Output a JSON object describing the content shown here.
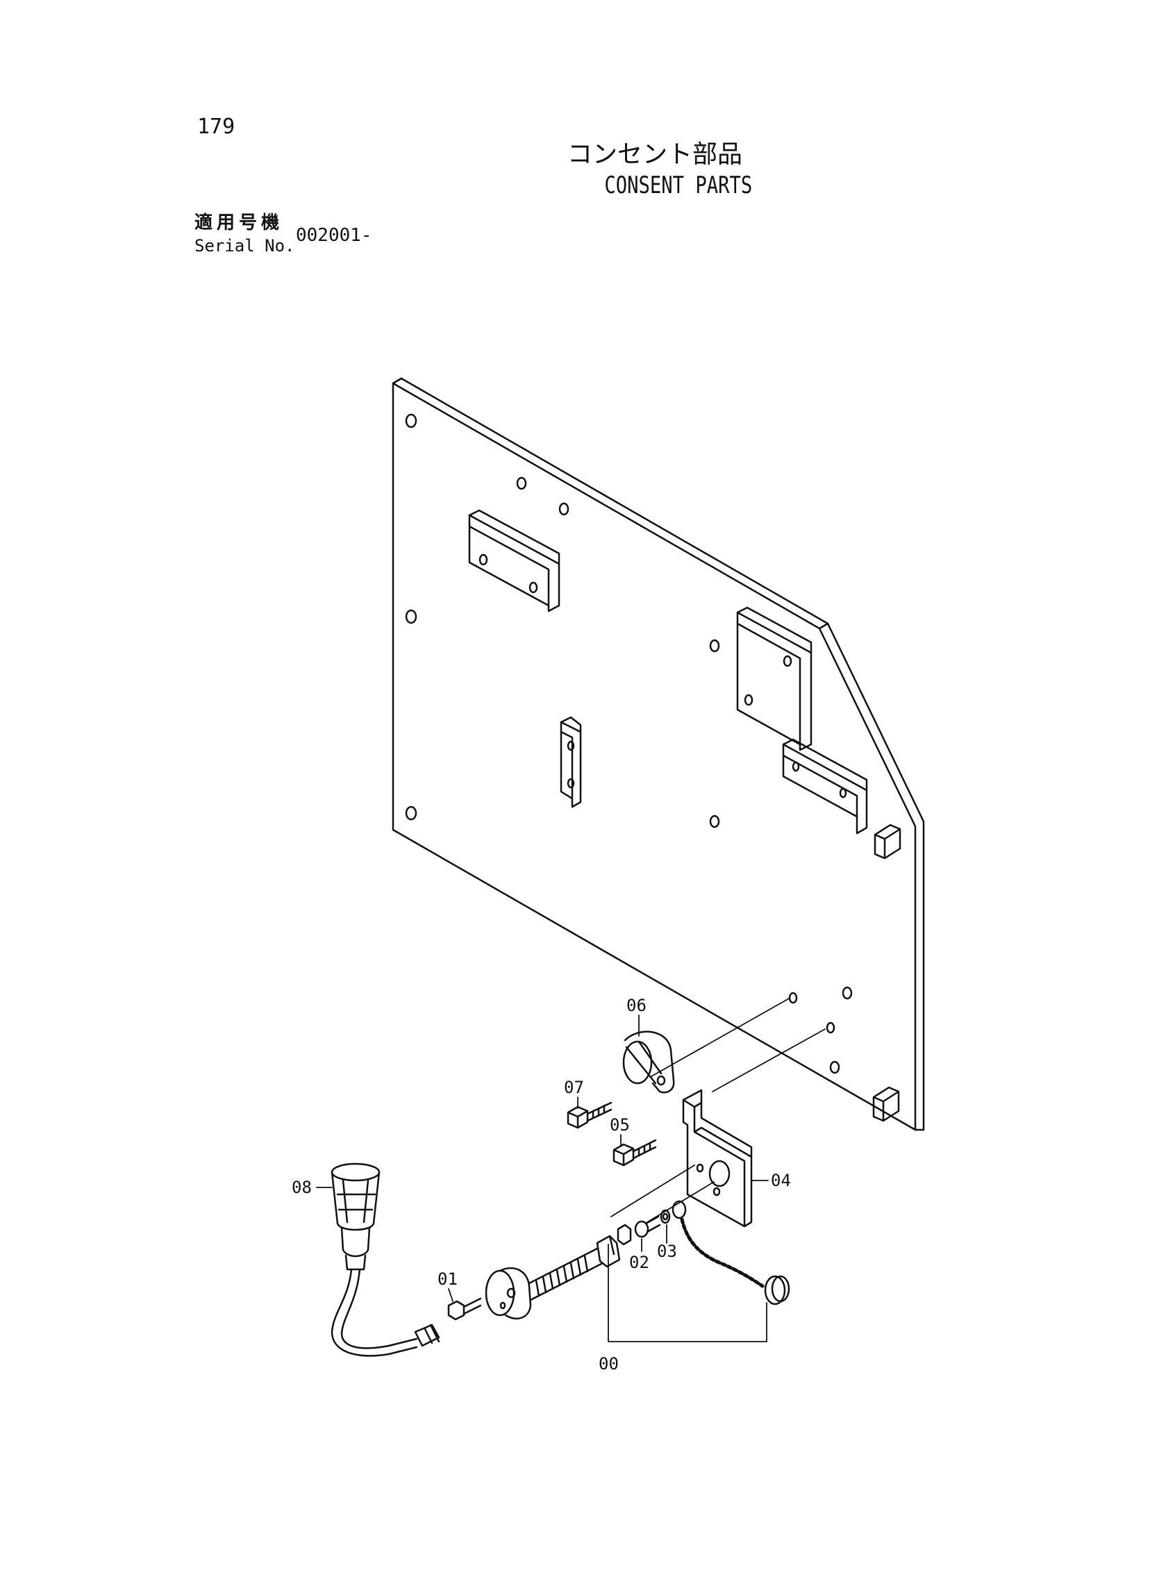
{
  "header": {
    "page_number": "179",
    "title_jp": "コンセント部品",
    "title_en": "CONSENT PARTS",
    "serial_label_jp": "適用号機",
    "serial_label_en": "Serial No.",
    "serial_value": "002001-"
  },
  "callouts": [
    {
      "id": "00",
      "text": "00"
    },
    {
      "id": "01",
      "text": "01"
    },
    {
      "id": "02",
      "text": "02"
    },
    {
      "id": "03",
      "text": "03"
    },
    {
      "id": "04",
      "text": "04"
    },
    {
      "id": "05",
      "text": "05"
    },
    {
      "id": "06",
      "text": "06"
    },
    {
      "id": "07",
      "text": "07"
    },
    {
      "id": "08",
      "text": "08"
    }
  ]
}
